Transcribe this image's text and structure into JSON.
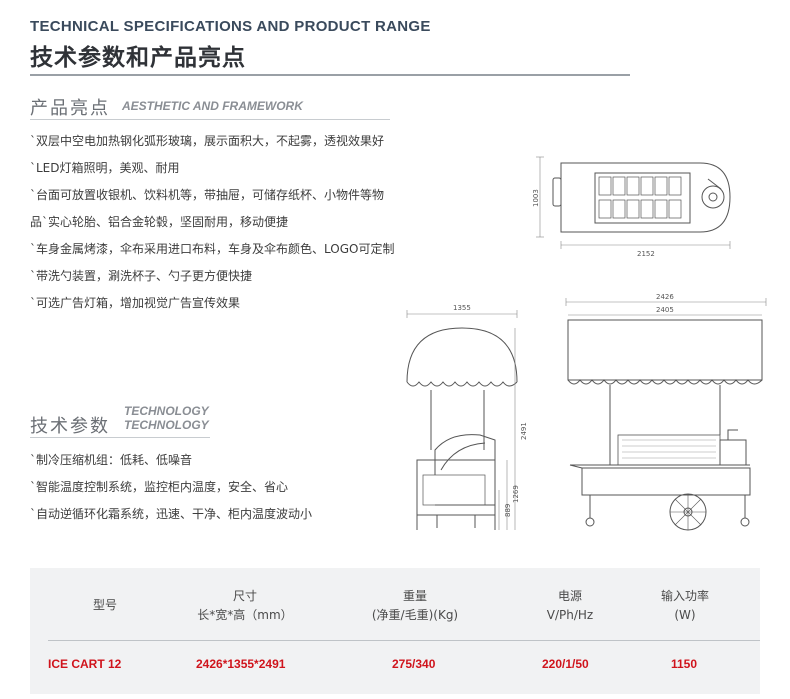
{
  "header": {
    "title_en": "TECHNICAL SPECIFICATIONS AND PRODUCT RANGE",
    "title_cn": "技术参数和产品亮点"
  },
  "highlights": {
    "title_cn": "产品亮点",
    "title_en": "AESTHETIC AND FRAMEWORK",
    "items": [
      "`双层中空电加热钢化弧形玻璃，展示面积大，不起雾，透视效果好",
      "`LED灯箱照明，美观、耐用",
      "`台面可放置收银机、饮料机等，带抽屉，可储存纸杯、小物件等物",
      "品`实心轮胎、铝合金轮毂，坚固耐用，移动便捷",
      "`车身金属烤漆，伞布采用进口布料，车身及伞布颜色、LOGO可定制",
      "`带洗勺装置，涮洗杯子、勺子更方便快捷",
      "`可选广告灯箱，增加视觉广告宣传效果"
    ]
  },
  "technology": {
    "title_cn": "技术参数",
    "title_en_1": "TECHNOLOGY",
    "title_en_2": "TECHNOLOGY",
    "items": [
      "`制冷压缩机组：低耗、低噪音",
      "`智能温度控制系统，监控柜内温度，安全、省心",
      "`自动逆循环化霜系统，迅速、干净、柜内温度波动小"
    ]
  },
  "drawings": {
    "top_dim_length": "2152",
    "top_dim_depth": "1003",
    "front_dim_width": "1355",
    "front_dim_height": "2491",
    "front_dim_counter": "1269",
    "front_dim_base": "889",
    "side_dim_total": "2426",
    "side_dim_inner": "2405"
  },
  "table": {
    "headers": [
      {
        "l1": "型号",
        "l2": ""
      },
      {
        "l1": "尺寸",
        "l2": "长*宽*高（mm）"
      },
      {
        "l1": "重量",
        "l2": "(净重/毛重)(Kg)"
      },
      {
        "l1": "电源",
        "l2": "V/Ph/Hz"
      },
      {
        "l1": "输入功率",
        "l2": "(W)"
      }
    ],
    "rows": [
      [
        "ICE CART 12",
        "2426*1355*2491",
        "275/340",
        "220/1/50",
        "1150"
      ]
    ]
  }
}
